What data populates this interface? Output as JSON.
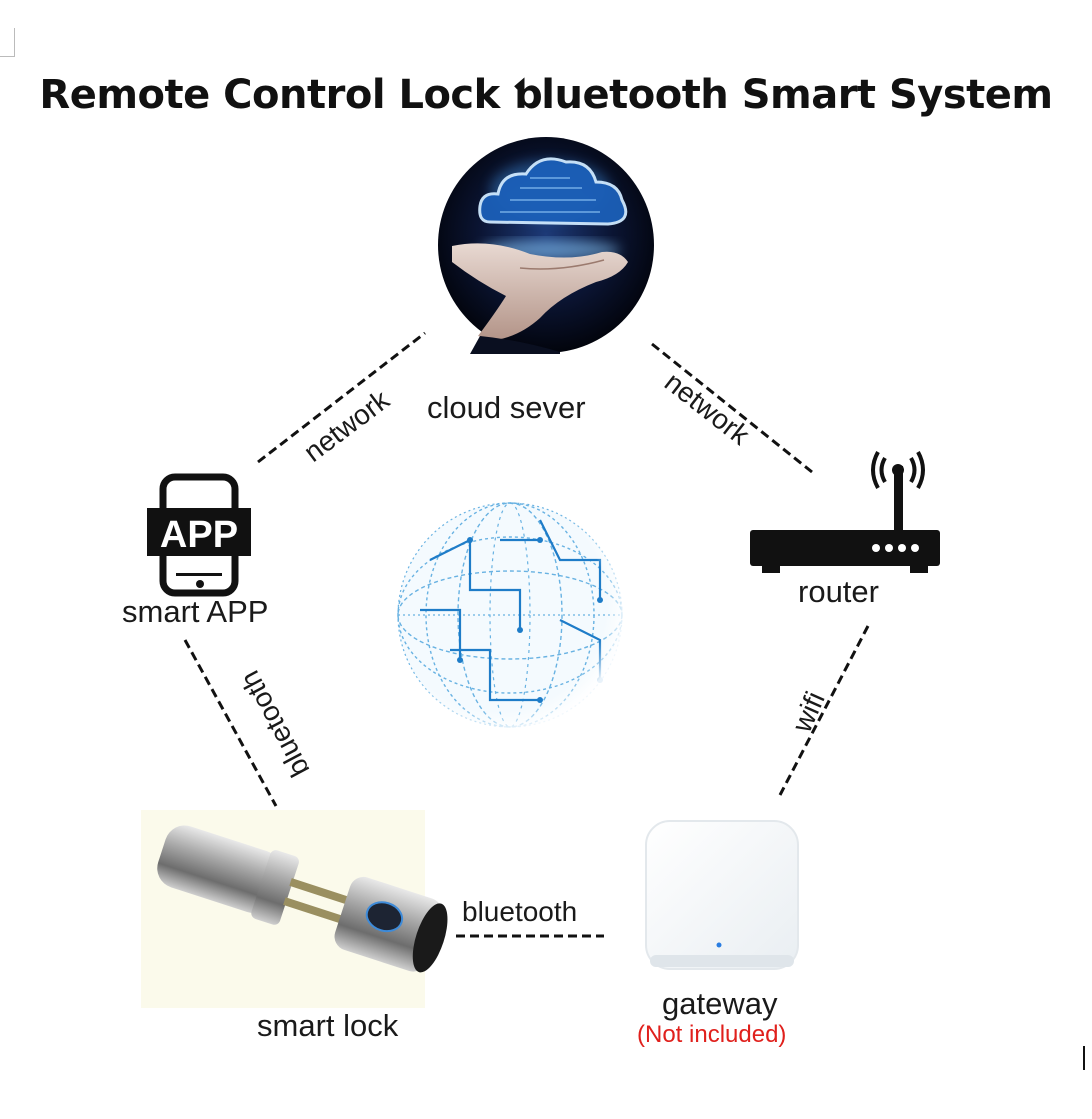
{
  "title": "Remote Control Lock ƅluetooth Smart System",
  "nodes": {
    "cloud": {
      "label": "cloud sever"
    },
    "app": {
      "label": "smart APP",
      "icon_text": "APP"
    },
    "router": {
      "label": "router"
    },
    "lock": {
      "label": "smart lock"
    },
    "gateway": {
      "label": "gateway",
      "note": "(Not included)"
    }
  },
  "edges": {
    "app_cloud": "network",
    "cloud_router": "network",
    "app_lock": "bluetooth",
    "router_gateway": "wifi",
    "lock_gateway": "bluetooth"
  },
  "colors": {
    "text": "#1a1a1a",
    "note": "#e0201c",
    "globe": "#3a9ad9",
    "cloud_glow": "#5fb8ff"
  },
  "icons": [
    "cloud-hand-icon",
    "phone-app-icon",
    "router-icon",
    "globe-icon",
    "smart-lock-icon",
    "gateway-icon"
  ]
}
